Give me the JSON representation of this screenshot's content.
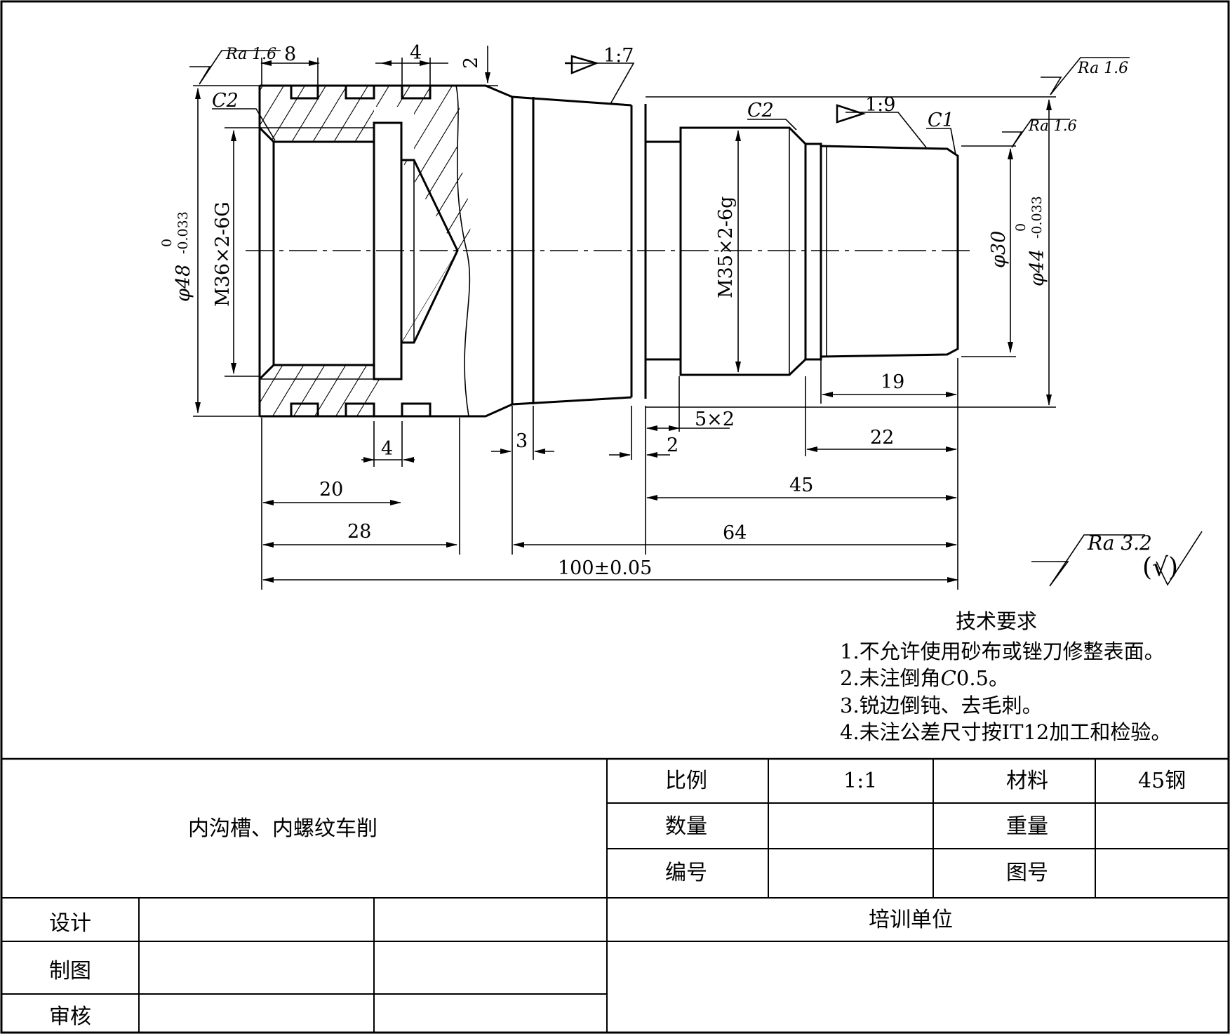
{
  "drawing": {
    "roughness": {
      "left": "Ra 1.6",
      "right_top": "Ra 1.6",
      "right_mid": "Ra 1.6",
      "general": "Ra 3.2",
      "general_note": "(√)"
    },
    "tapers": {
      "taper_1": "1:7",
      "taper_2": "1:9"
    },
    "chamfers": {
      "left": "C2",
      "middle": "C2",
      "right": "C1"
    },
    "diameters": {
      "outer_left_base": "φ48",
      "outer_left_tol_upper": "0",
      "outer_left_tol_lower": "-0.033",
      "inner_thread": "M36×2-6G",
      "outer_thread": "M35×2-6g",
      "end_diameter": "φ30",
      "outer_right_base": "φ44",
      "outer_right_tol_upper": "0",
      "outer_right_tol_lower": "-0.033"
    },
    "dimensions": {
      "groove_width_top": "8",
      "groove_spacing_top": "4",
      "depth_2": "2",
      "groove_bottom": "4",
      "len_20": "20",
      "len_28": "28",
      "len_3": "3",
      "len_2": "2",
      "undercut": "5×2",
      "len_19": "19",
      "len_22": "22",
      "len_45": "45",
      "len_64": "64",
      "total": "100±0.05"
    }
  },
  "requirements": {
    "title": "技术要求",
    "items": [
      "1.不允许使用砂布或锉刀修整表面。",
      "2.未注倒角",
      "3.锐边倒钝、去毛刺。",
      "4.未注公差尺寸按IT12加工和检验。"
    ],
    "item2_chamfer": "C",
    "item2_value": "0.5。"
  },
  "title_block": {
    "part_name": "内沟槽、内螺纹车削",
    "scale_label": "比例",
    "scale_value": "1:1",
    "material_label": "材料",
    "material_value": "45钢",
    "qty_label": "数量",
    "weight_label": "重量",
    "code_label": "编号",
    "drawing_no_label": "图号",
    "design_label": "设计",
    "draw_label": "制图",
    "review_label": "审核",
    "org_label": "培训单位"
  }
}
